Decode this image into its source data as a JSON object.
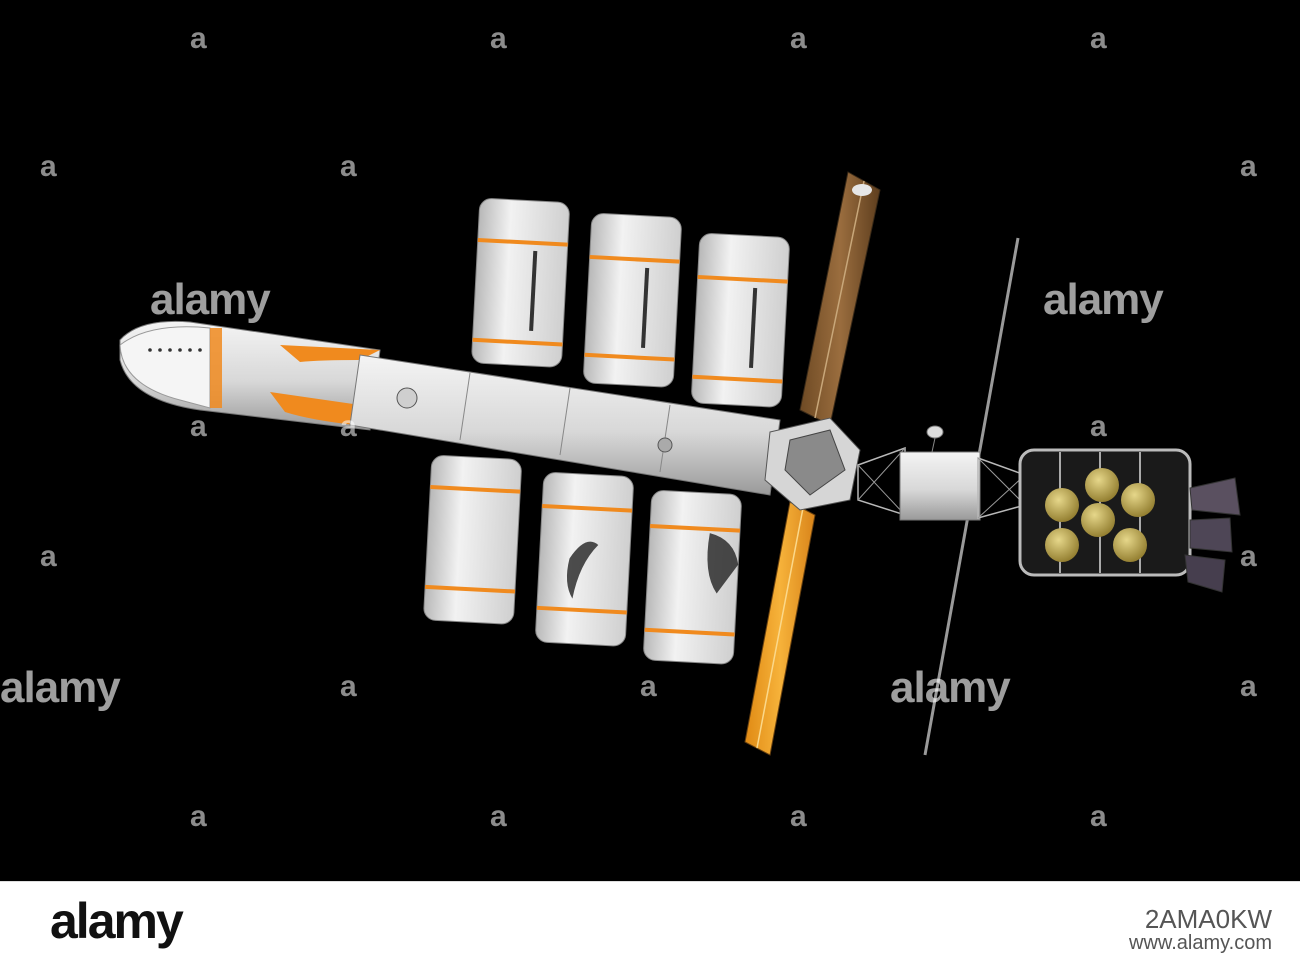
{
  "watermark": {
    "word": "alamy",
    "mark": "a"
  },
  "footer": {
    "logo": "alamy",
    "image_id": "2AMA0KW",
    "site": "www.alamy.com"
  },
  "colors": {
    "background": "#000000",
    "hull": "#e6e6e6",
    "accent": "#f08a1e",
    "panel": "#f2a12c",
    "gold": "#b9a24a"
  }
}
